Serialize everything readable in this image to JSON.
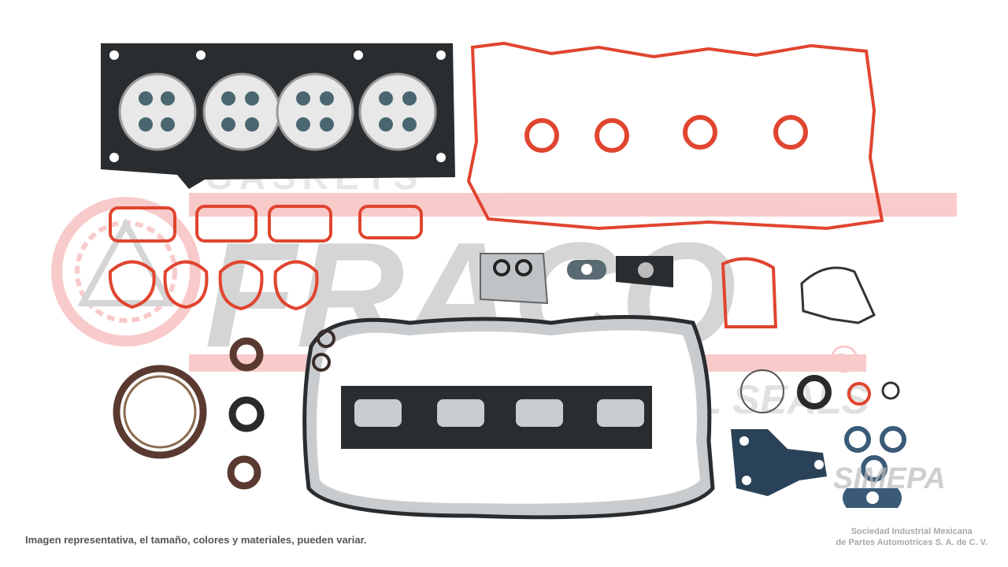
{
  "logos": {
    "brand": "FRACO",
    "brand_sub_top": "GASKETS",
    "brand_sub_bottom": "OIL SEALS",
    "registered": "®",
    "partner": "SIMEPA"
  },
  "colors": {
    "watermark_red": "#f06a6a",
    "gasket_red": "#e0452f",
    "gasket_black": "#2a2d30",
    "seal_brown": "#5a3a30",
    "seal_blue": "#3a5a78"
  },
  "caption": "Imagen representativa, el tamaño, colores y materiales, pueden variar.",
  "company": {
    "line1": "Sociedad Industrial Mexicana",
    "line2": "de Partes Automotrices S. A. de C. V."
  }
}
